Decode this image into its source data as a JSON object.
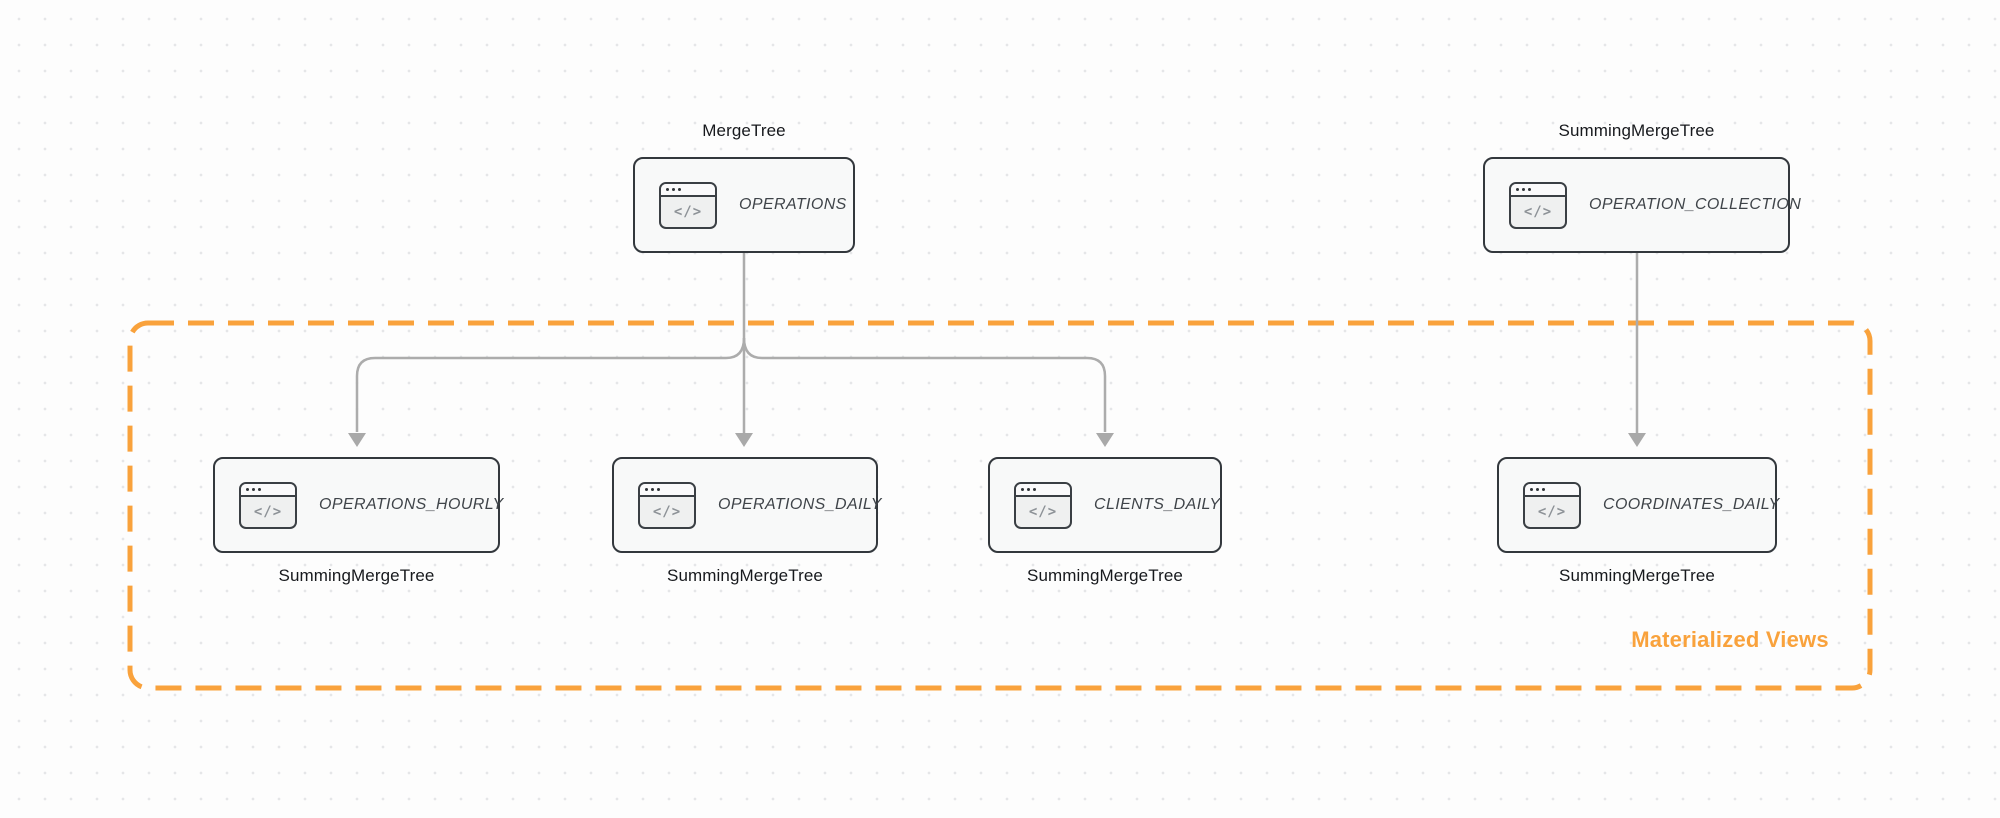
{
  "diagram": {
    "icon_glyph": "</>",
    "top_nodes": [
      {
        "engine_label": "MergeTree",
        "table": "OPERATIONS"
      },
      {
        "engine_label": "SummingMergeTree",
        "table": "OPERATION_COLLECTION"
      }
    ],
    "mv_nodes": [
      {
        "table": "OPERATIONS_HOURLY",
        "engine_label": "SummingMergeTree"
      },
      {
        "table": "OPERATIONS_DAILY",
        "engine_label": "SummingMergeTree"
      },
      {
        "table": "CLIENTS_DAILY",
        "engine_label": "SummingMergeTree"
      },
      {
        "table": "COORDINATES_DAILY",
        "engine_label": "SummingMergeTree"
      }
    ],
    "group_label": "Materialized Views",
    "colors": {
      "accent_orange": "#F9A23C",
      "node_border": "#33383D",
      "node_fill": "#F8F9F9",
      "connector_gray": "#ACACAC"
    }
  }
}
